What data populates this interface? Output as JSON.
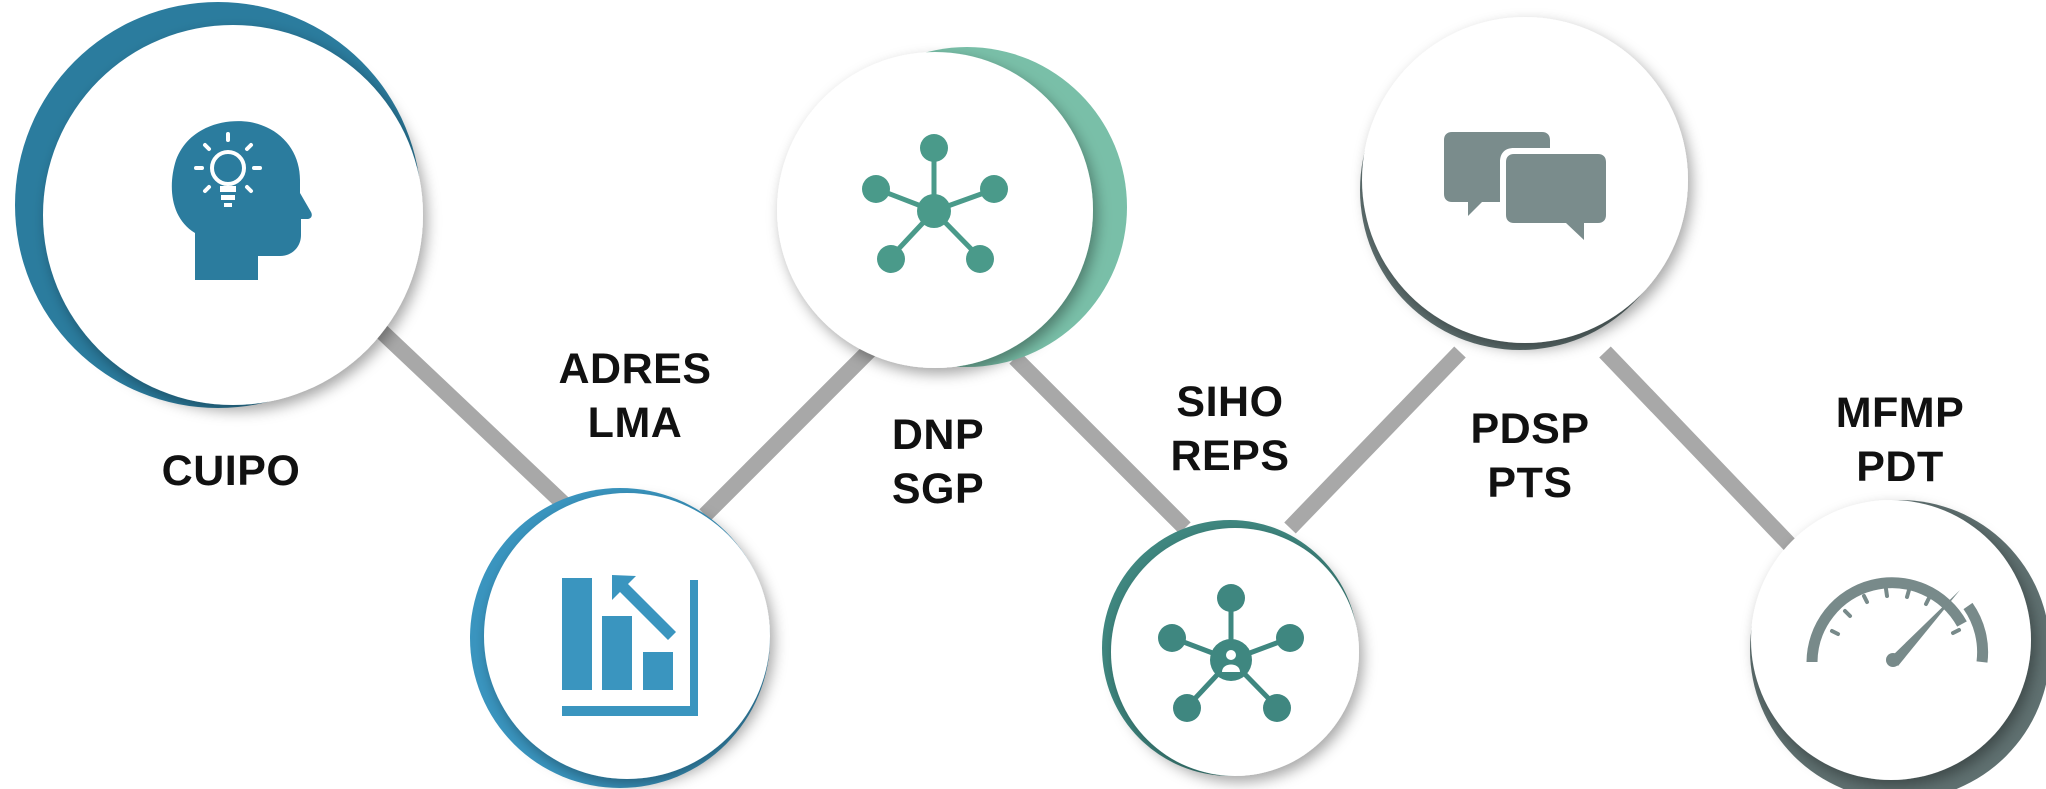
{
  "nodes": [
    {
      "id": "cuipo",
      "icon": "head-lightbulb-icon",
      "labels": [
        "CUIPO"
      ],
      "color": "#2b7c9e"
    },
    {
      "id": "adres-lma",
      "icon": "bar-chart-icon",
      "labels": [
        "ADRES",
        "LMA"
      ],
      "color": "#3a95bf"
    },
    {
      "id": "dnp-sgp",
      "icon": "network-hub-icon",
      "labels": [
        "DNP",
        "SGP"
      ],
      "color": "#4a9a8a"
    },
    {
      "id": "siho-reps",
      "icon": "people-network-icon",
      "labels": [
        "SIHO",
        "REPS"
      ],
      "color": "#3f8780"
    },
    {
      "id": "pdsp-pts",
      "icon": "chat-bubbles-icon",
      "labels": [
        "PDSP",
        "PTS"
      ],
      "color": "#7a8c8c"
    },
    {
      "id": "mfmp-pdt",
      "icon": "speedometer-icon",
      "labels": [
        "MFMP",
        "PDT"
      ],
      "color": "#788a8a"
    }
  ],
  "colors": {
    "connector": "#a8a8a8",
    "circle_fill": "#ffffff",
    "label_text": "#111111"
  }
}
